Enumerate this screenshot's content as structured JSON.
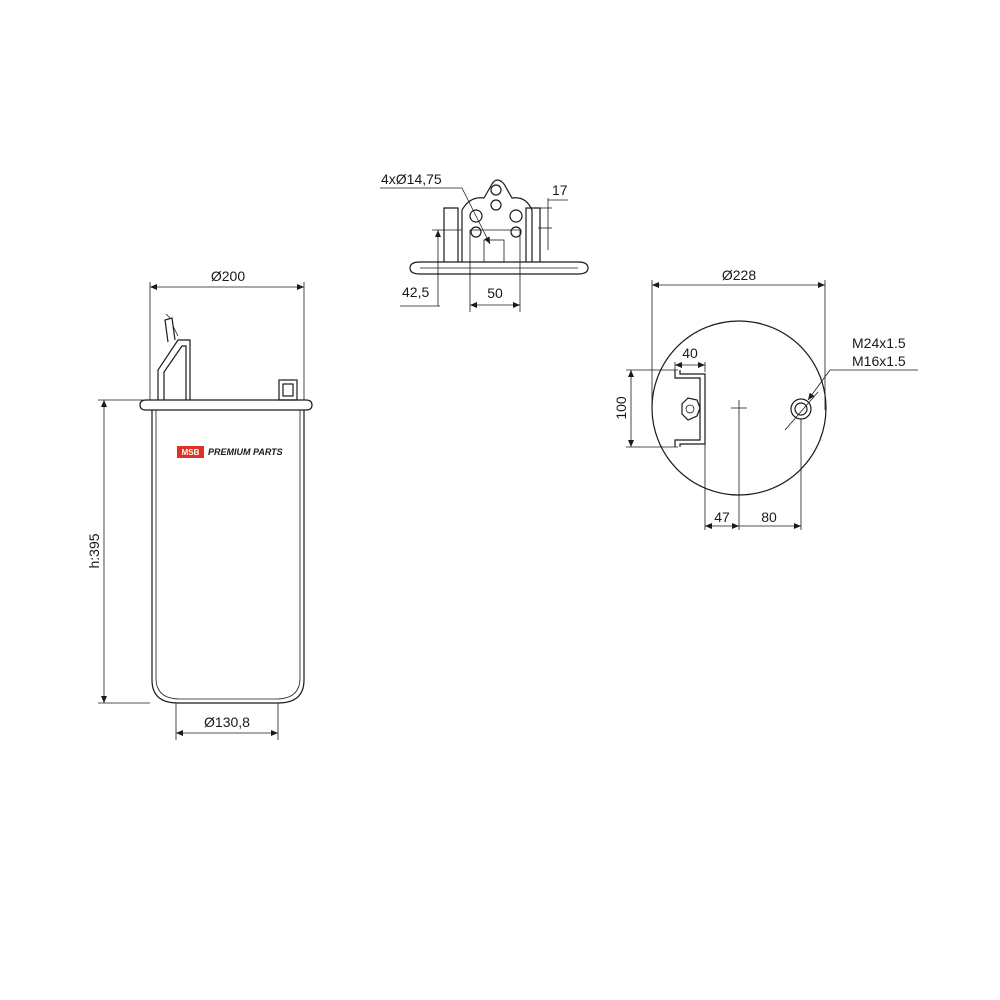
{
  "side_view": {
    "dim_diameter_top": "Ø200",
    "dim_height": "h:395",
    "dim_diameter_bottom": "Ø130,8",
    "logo": {
      "mark": "MSB",
      "text": "PREMIUM PARTS",
      "mark_color": "#e03127"
    }
  },
  "top_plate_view": {
    "dim_holes": "4xØ14,75",
    "dim_offset_right": "17",
    "dim_height_left": "42,5",
    "dim_width": "50"
  },
  "top_view": {
    "dim_diameter": "Ø228",
    "dim_thread_1": "M24x1.5",
    "dim_thread_2": "M16x1.5",
    "dim_bracket_width": "40",
    "dim_bracket_height": "100",
    "dim_offset_left": "47",
    "dim_offset_right": "80"
  },
  "colors": {
    "line": "#1a1a1a",
    "background": "#ffffff"
  }
}
